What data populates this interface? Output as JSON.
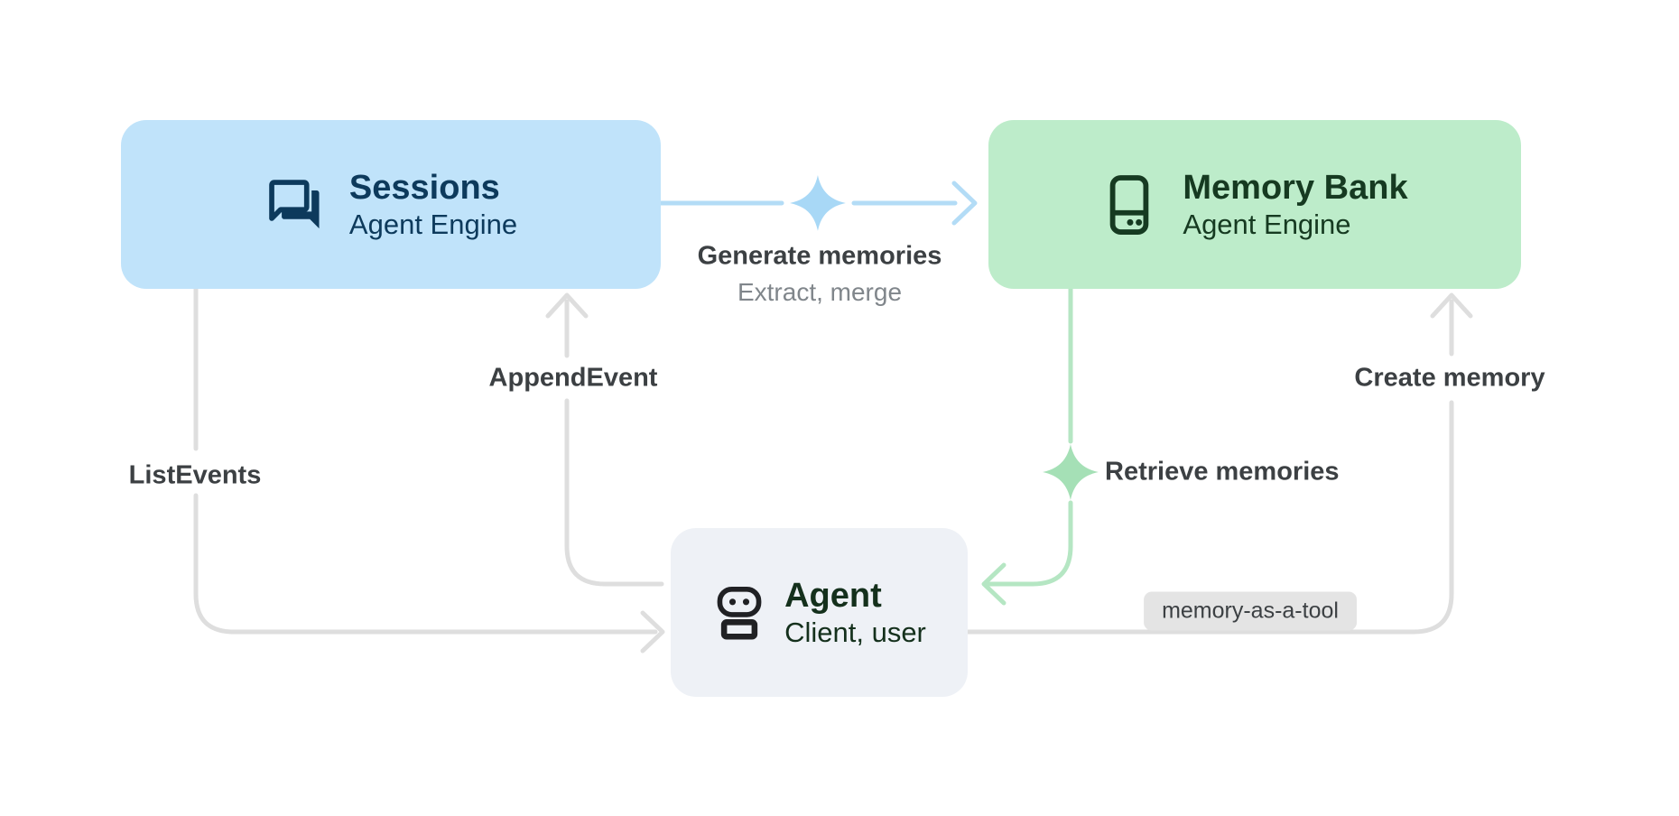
{
  "nodes": {
    "sessions": {
      "title": "Sessions",
      "subtitle": "Agent Engine",
      "fill": "#c0e3fa",
      "color": "#0d3a5c",
      "icon": "forum-icon"
    },
    "memory_bank": {
      "title": "Memory Bank",
      "subtitle": "Agent Engine",
      "fill": "#bdecca",
      "color": "#163a21",
      "icon": "storage-icon"
    },
    "agent": {
      "title": "Agent",
      "subtitle": "Client, user",
      "fill": "#eef1f6",
      "color": "#14301c",
      "icon": "robot-icon"
    }
  },
  "edges": {
    "generate_memories": {
      "label": "Generate memories",
      "sublabel": "Extract, merge",
      "color": "#b3dcf6",
      "sparkle_color": "#a8d8f6",
      "from": "sessions",
      "to": "memory_bank"
    },
    "append_event": {
      "label": "AppendEvent",
      "color": "#dedede",
      "from": "agent",
      "to": "sessions"
    },
    "list_events": {
      "label": "ListEvents",
      "color": "#dedede",
      "from": "sessions",
      "to": "agent"
    },
    "retrieve_memories": {
      "label": "Retrieve memories",
      "color": "#b5e6c3",
      "sparkle_color": "#a5e0b6",
      "from": "memory_bank",
      "to": "agent"
    },
    "create_memory": {
      "label": "Create memory",
      "color": "#dedede",
      "badge": "memory-as-a-tool",
      "from": "agent",
      "to": "memory_bank"
    }
  },
  "colors": {
    "background": "#ffffff",
    "edge_label": "#3c4043",
    "edge_sublabel": "#80868b",
    "badge_bg": "#e4e4e4"
  }
}
